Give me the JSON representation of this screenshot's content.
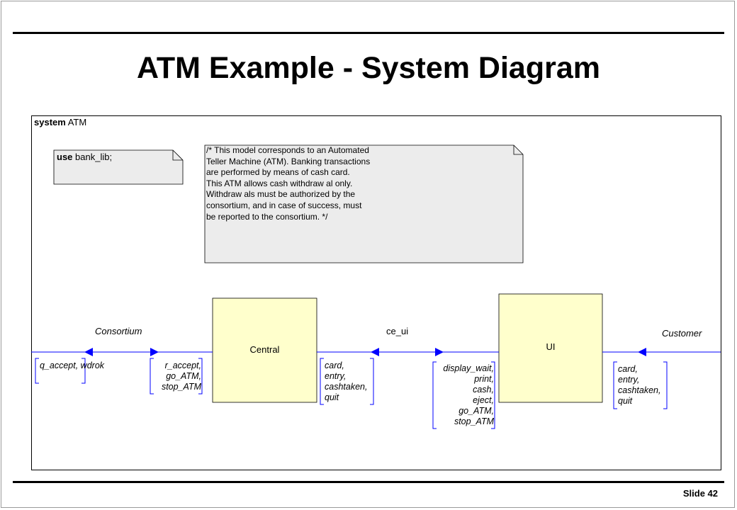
{
  "slide": {
    "title": "ATM Example - System Diagram",
    "number_label": "Slide 42"
  },
  "system": {
    "keyword": "system",
    "name": "ATM"
  },
  "use_note": {
    "keyword": "use",
    "text": "bank_lib;"
  },
  "comment_note": {
    "text": "/* This model corresponds to an Automated\nTeller Machine (ATM). Banking transactions\nare performed by means of cash card.\nThis ATM allows cash withdraw al only.\nWithdraw als must be authorized by the\nconsortium, and in case of success, must\nbe reported to the consortium. */"
  },
  "blocks": {
    "central": "Central",
    "ui": "UI"
  },
  "channels": {
    "consortium": {
      "name": "Consortium",
      "signals_out": "q_accept,\nwdrok",
      "signals_in": "r_accept,\ngo_ATM,\nstop_ATM"
    },
    "ce_ui": {
      "name": "ce_ui",
      "signals_to_central": "card,\nentry,\ncashtaken,\nquit",
      "signals_to_ui": "display_wait,\nprint,\ncash,\neject,\ngo_ATM,\nstop_ATM"
    },
    "customer": {
      "name": "Customer",
      "signals_in": "card,\nentry,\ncashtaken,\nquit"
    }
  },
  "colors": {
    "block_fill": "#ffffcc",
    "note_fill": "#ececec",
    "channel_line": "#0000ff"
  }
}
